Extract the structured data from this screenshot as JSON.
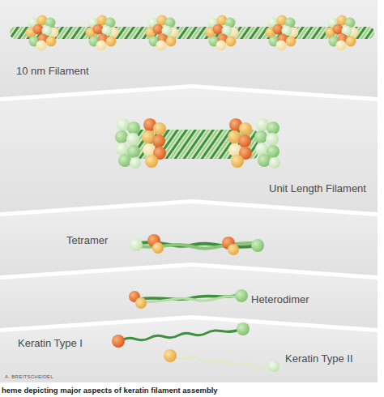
{
  "diagram": {
    "caption": "heme depicting major aspects of keratin filament assembly",
    "nodes": [
      {
        "text": [
          "10 nm Filament"
        ]
      },
      {
        "text": [
          "Unit Length Filament"
        ]
      },
      {
        "text": [
          "Tetramer"
        ]
      },
      {
        "text": [
          "Heterodimer"
        ]
      },
      {
        "text": [
          "Keratin Type I",
          "Keratin Type II"
        ]
      }
    ],
    "labels": [
      "A. BREITSCHEIDEL"
    ]
  }
}
